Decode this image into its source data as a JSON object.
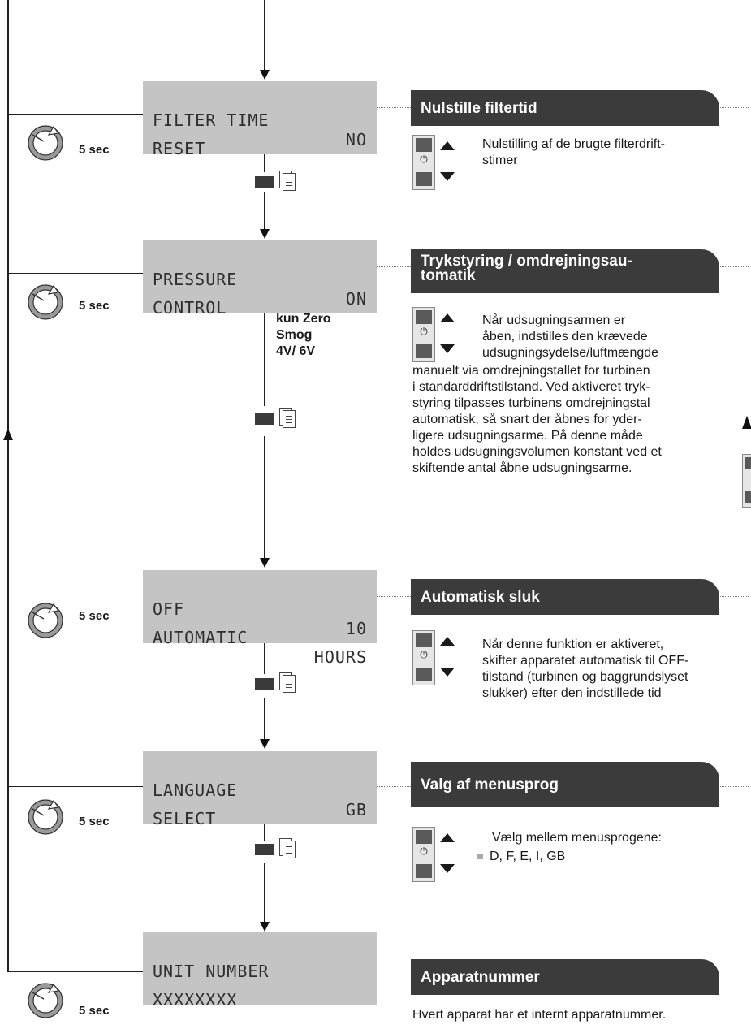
{
  "timer_label": "5 sec",
  "steps": [
    {
      "lcd_line1_left": "FILTER TIME",
      "lcd_line1_right": "NO",
      "lcd_line2_left": "RESET",
      "lcd_line2_right": "",
      "title": "Nulstille filtertid",
      "text": "Nulstilling af de brugte filterdrift-\nstimer"
    },
    {
      "lcd_line1_left": "PRESSURE",
      "lcd_line1_right": "ON",
      "lcd_line2_left": "CONTROL",
      "lcd_line2_right": "",
      "title": "Trykstyring / omdrejningsau-\ntomatik",
      "note": "kun Zero\nSmog\n4V/ 6V",
      "text_indented": "Når udsugningsarmen er\nåben, indstilles den krævede\nudsugningsydelse/luftmængde",
      "text": "manuelt via omdrejningstallet for turbinen\ni standarddriftstilstand. Ved aktiveret tryk-\nstyring tilpasses turbinens omdrejningstal\nautomatisk, så snart der åbnes for yder-\nligere udsugningsarme. På denne måde\nholdes udsugningsvolumen konstant ved et\nskiftende antal åbne udsugningsarme."
    },
    {
      "lcd_line1_left": "OFF",
      "lcd_line1_right": "10",
      "lcd_line2_left": "AUTOMATIC",
      "lcd_line2_right": "HOURS",
      "title": "Automatisk sluk",
      "text": "Når denne funktion er aktiveret,\nskifter apparatet automatisk til OFF-\ntilstand (turbinen og baggrundslyset\nslukker) efter den indstillede tid"
    },
    {
      "lcd_line1_left": "LANGUAGE",
      "lcd_line1_right": "GB",
      "lcd_line2_left": "SELECT",
      "lcd_line2_right": "",
      "title": "Valg af menusprog",
      "text": "Vælg mellem menusprogene:",
      "bullet": "D, F, E, I, GB"
    },
    {
      "lcd_line1_left": "UNIT NUMBER",
      "lcd_line1_right": "",
      "lcd_line2_left": "XXXXXXXX",
      "lcd_line2_right": "",
      "title": "Apparatnummer",
      "text": "Hvert apparat har et internt apparatnummer."
    }
  ],
  "keypad": {
    "power_symbol": "⏻",
    "up_icon": "triangle-up",
    "down_icon": "triangle-down"
  },
  "colors": {
    "header_bg": "#3b3b3b",
    "lcd_bg": "#c4c4c4"
  }
}
